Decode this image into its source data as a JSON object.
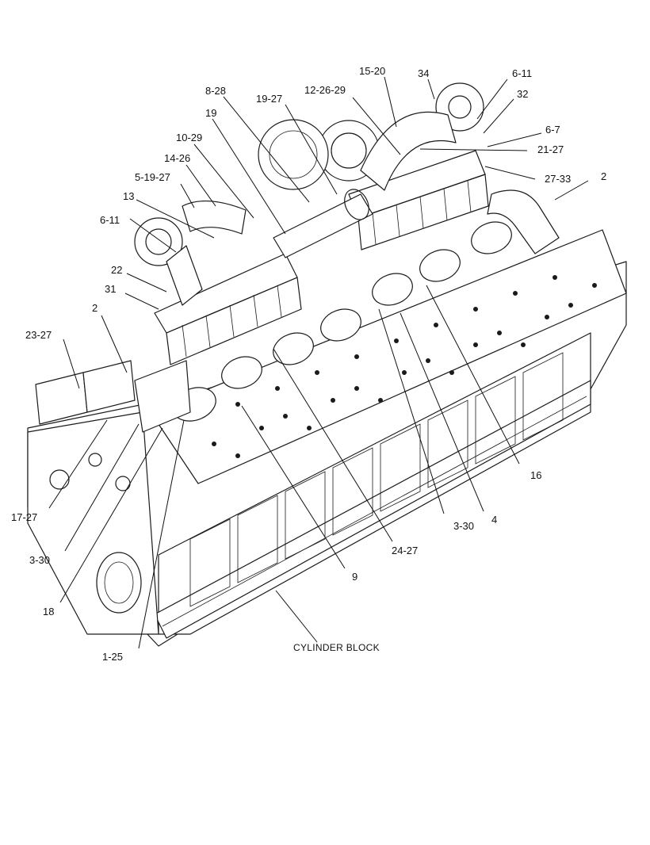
{
  "title": "CYLINDER BLOCK",
  "callouts": [
    "15-20",
    "34",
    "6-11",
    "32",
    "6-7",
    "21-27",
    "27-33",
    "2",
    "8-28",
    "19-27",
    "12-26-29",
    "19",
    "10-29",
    "14-26",
    "5-19-27",
    "13",
    "6-11",
    "22",
    "31",
    "2",
    "23-27",
    "17-27",
    "3-30",
    "18",
    "1-25",
    "9",
    "24-27",
    "3-30",
    "4",
    "16"
  ]
}
